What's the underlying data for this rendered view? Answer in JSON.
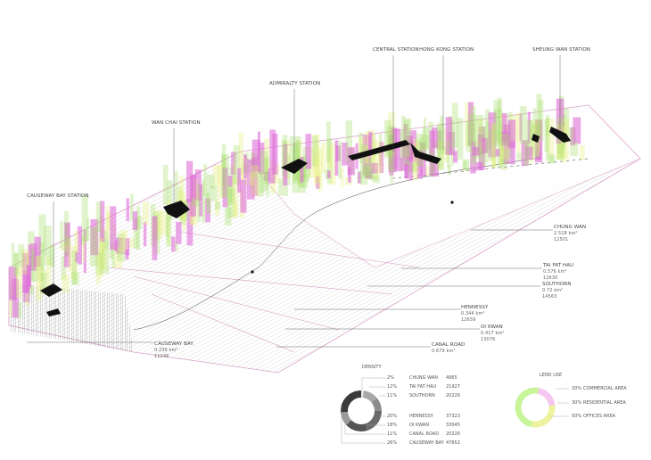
{
  "stations": [
    {
      "name": "CENTRAL STATION"
    },
    {
      "name": "HONG KONG STATION"
    },
    {
      "name": "SHEUNG WAN STATION"
    },
    {
      "name": "ADMIRALTY STATION"
    },
    {
      "name": "WAN CHAI STATION"
    },
    {
      "name": "CAUSEWAY BAY STATION"
    }
  ],
  "districts": [
    {
      "name": "CHUNG WAN",
      "area": "2.518 km²",
      "population": "12501"
    },
    {
      "name": "TAI FAT HAU",
      "area": "0.576 km²",
      "population": "12630"
    },
    {
      "name": "SOUTHORN",
      "area": "0.72 km²",
      "population": "14563"
    },
    {
      "name": "HENNESSY",
      "area": "0.344 km²",
      "population": "12659"
    },
    {
      "name": "OI KWAN",
      "area": "0.417 km²",
      "population": "13076"
    },
    {
      "name": "CANAL ROAD",
      "area": "0.679 km²"
    },
    {
      "name": "CAUSEWAY BAY",
      "area": "0.236 km²",
      "population": "11246"
    }
  ],
  "density": {
    "title": "DENSITY",
    "rows": [
      {
        "pct": "2%",
        "name": "CHUNG WAN",
        "value": "4965",
        "share": 2,
        "color": "#e8e8e8"
      },
      {
        "pct": "12%",
        "name": "TAI FAT HAU",
        "value": "21927",
        "share": 12,
        "color": "#a8a8a8"
      },
      {
        "pct": "11%",
        "name": "SOUTHORN",
        "value": "20226",
        "share": 11,
        "color": "#8c8c8c"
      },
      {
        "pct": "20%",
        "name": "HENNESSY",
        "value": "37323",
        "share": 20,
        "color": "#6a6a6a"
      },
      {
        "pct": "18%",
        "name": "OI KWAN",
        "value": "33045",
        "share": 18,
        "color": "#555555"
      },
      {
        "pct": "11%",
        "name": "CANAL ROAD",
        "value": "20226",
        "share": 11,
        "color": "#9a9a9a"
      },
      {
        "pct": "26%",
        "name": "CAUSEWAY BAY",
        "value": "47652",
        "share": 26,
        "color": "#3a3a3a"
      }
    ]
  },
  "land_use": {
    "title": "LEND USE",
    "rows": [
      {
        "pct": "20%",
        "name": "COMMERCIAL AREA",
        "share": 20,
        "color": "#f5c6ef"
      },
      {
        "pct": "30%",
        "name": "RESIDENTIAL AREA",
        "share": 30,
        "color": "#eef2a0"
      },
      {
        "pct": "50%",
        "name": "OFFICES AREA",
        "share": 50,
        "color": "#c9f59a"
      }
    ]
  },
  "colors": {
    "outline": "#d9a0c8",
    "green": "#a8e070",
    "magenta": "#e070d8",
    "yellow": "#e8f080"
  }
}
